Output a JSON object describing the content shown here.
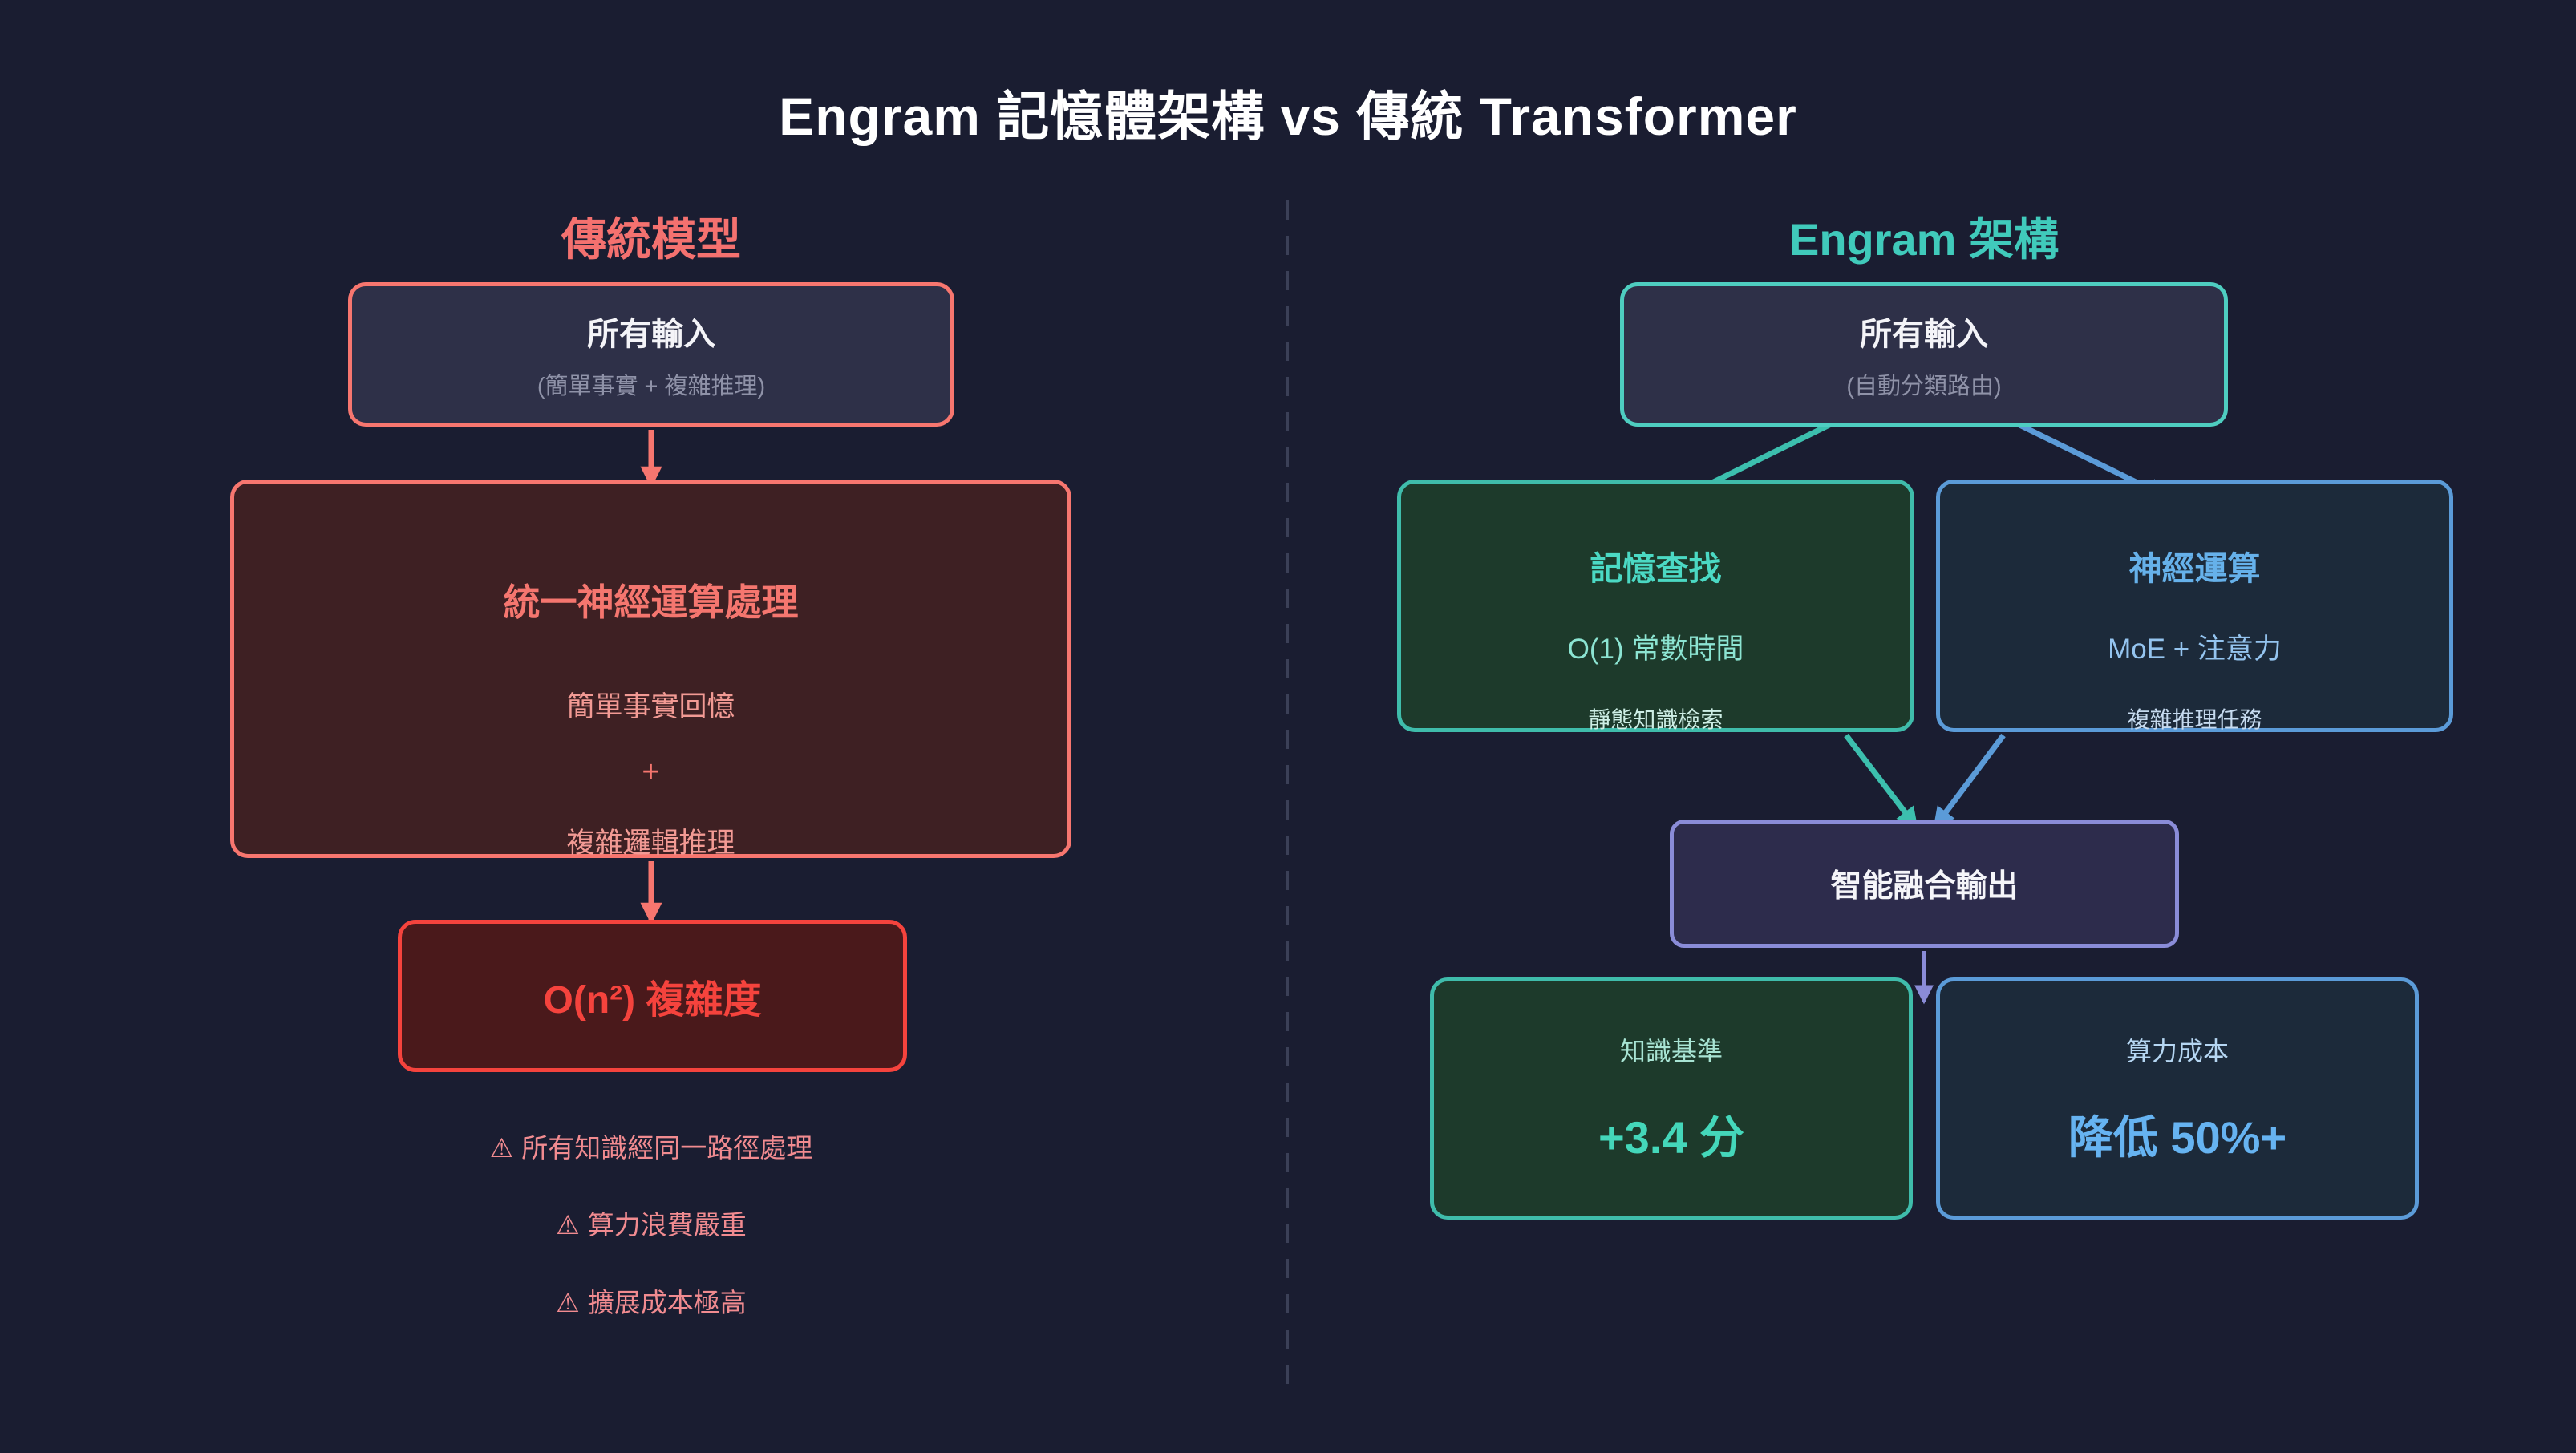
{
  "title": "Engram 記憶體架構 vs 傳統 Transformer",
  "colors": {
    "background": "#1a1d31",
    "salmon": "#f7766f",
    "red": "#f5433d",
    "teal": "#3fbcab",
    "teal_bright": "#4ecdc0",
    "blue": "#5b9bd8",
    "purple": "#8a8cd8",
    "divider": "#3b4057"
  },
  "left": {
    "header": "傳統模型",
    "input": {
      "title": "所有輸入",
      "subtitle": "(簡單事實 + 複雜推理)"
    },
    "process": {
      "title": "統一神經運算處理",
      "item1": "簡單事實回憶",
      "plus": "+",
      "item2": "複雜邏輯推理"
    },
    "complexity": {
      "label": "O(n²) 複雜度"
    },
    "warnings": [
      {
        "icon": "⚠",
        "text": "所有知識經同一路徑處理"
      },
      {
        "icon": "⚠",
        "text": "算力浪費嚴重"
      },
      {
        "icon": "⚠",
        "text": "擴展成本極高"
      }
    ]
  },
  "right": {
    "header": "Engram 架構",
    "input": {
      "title": "所有輸入",
      "subtitle": "(自動分類路由)"
    },
    "memory": {
      "title": "記憶查找",
      "line2": "O(1) 常數時間",
      "line3": "靜態知識檢索"
    },
    "neural": {
      "title": "神經運算",
      "line2": "MoE + 注意力",
      "line3": "複雜推理任務"
    },
    "fusion": {
      "title": "智能融合輸出"
    },
    "knowledge": {
      "label": "知識基準",
      "value": "+3.4 分"
    },
    "compute": {
      "label": "算力成本",
      "value": "降低 50%+"
    }
  }
}
